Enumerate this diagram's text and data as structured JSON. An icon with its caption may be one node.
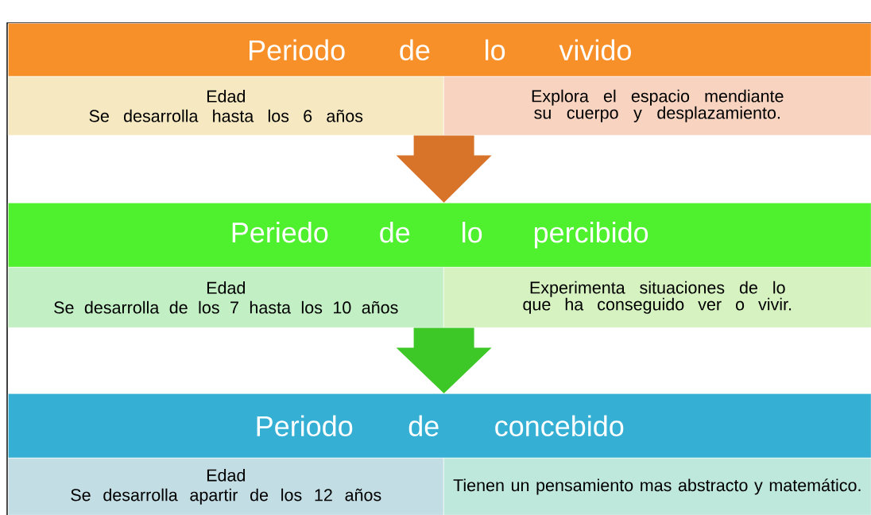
{
  "diagram": {
    "nodes": [
      {
        "text": [
          "Periodo de lo vivido"
        ]
      },
      {
        "text": [
          "Edad",
          "Se desarrolla hasta los 6 años"
        ]
      },
      {
        "text": [
          "Explora el espacio mendiante su cuerpo y desplazamiento."
        ]
      },
      {
        "text": [
          "Periedo de lo percibido"
        ]
      },
      {
        "text": [
          "Edad",
          "Se desarrolla de los 7 hasta los 10 años"
        ]
      },
      {
        "text": [
          "Experimenta situaciones de lo que ha conseguido ver o vivir."
        ]
      },
      {
        "text": [
          "Periodo de concebido"
        ]
      },
      {
        "text": [
          "Edad",
          "Se desarrolla apartir de los 12 años"
        ]
      },
      {
        "text": [
          "Tienen un pensamiento mas abstracto y matemático."
        ]
      }
    ],
    "edges": [
      {
        "from": 1,
        "to": 3,
        "arrow": "to",
        "color": "#d8742a"
      },
      {
        "from": 4,
        "to": 6,
        "arrow": "to",
        "color": "#3ec828"
      }
    ]
  }
}
